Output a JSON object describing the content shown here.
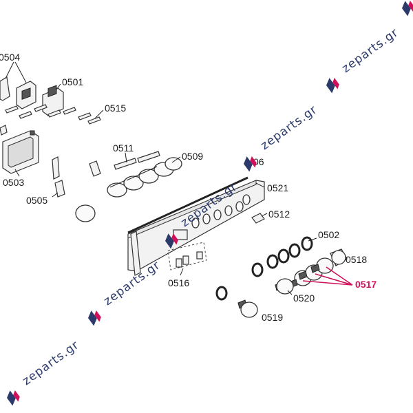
{
  "parts": [
    {
      "id": "0504",
      "label": "0504"
    },
    {
      "id": "0501",
      "label": "0501"
    },
    {
      "id": "0515",
      "label": "0515"
    },
    {
      "id": "0511",
      "label": "0511"
    },
    {
      "id": "0509",
      "label": "0509"
    },
    {
      "id": "0503",
      "label": "0503"
    },
    {
      "id": "0505",
      "label": "0505"
    },
    {
      "id": "0506",
      "label": "06"
    },
    {
      "id": "0521",
      "label": "0521"
    },
    {
      "id": "0512",
      "label": "0512"
    },
    {
      "id": "0502",
      "label": "0502"
    },
    {
      "id": "0518",
      "label": "0518"
    },
    {
      "id": "0517",
      "label": "0517"
    },
    {
      "id": "0520",
      "label": "0520"
    },
    {
      "id": "0516",
      "label": "0516"
    },
    {
      "id": "0519",
      "label": "0519"
    }
  ],
  "watermark": {
    "text": "zeparts.gr",
    "color": "#2b3a6b",
    "accent": "#d0105a"
  },
  "highlight_color": "#d0105a"
}
